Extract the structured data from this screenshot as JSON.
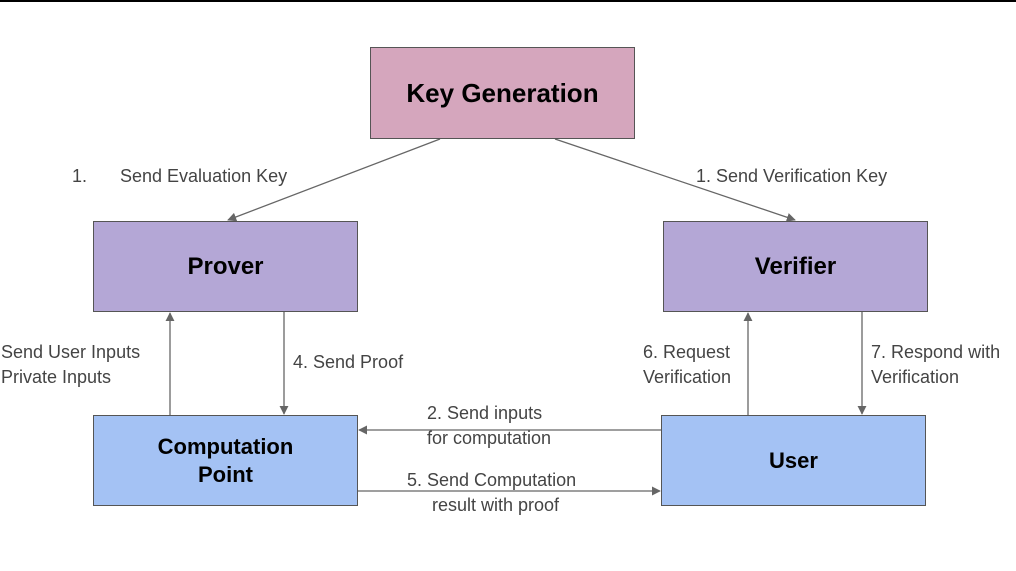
{
  "colors": {
    "key_generation": "#d5a6bd",
    "prover": "#b4a7d6",
    "verifier": "#b4a7d6",
    "computation_point": "#a4c2f4",
    "user": "#a4c2f4",
    "edge": "#666666",
    "label_text": "#444444"
  },
  "nodes": {
    "key_generation": {
      "lines": [
        "Key Generation"
      ]
    },
    "prover": {
      "lines": [
        "Prover"
      ]
    },
    "verifier": {
      "lines": [
        "Verifier"
      ]
    },
    "computation_point": {
      "lines": [
        "Computation",
        "Point"
      ]
    },
    "user": {
      "lines": [
        "User"
      ]
    }
  },
  "edges": {
    "send_evaluation_key": {
      "number": "1.",
      "lines": [
        "Send Evaluation Key"
      ]
    },
    "send_verification_key": {
      "lines": [
        "1. Send Verification Key"
      ]
    },
    "send_user_inputs": {
      "lines": [
        "Send User Inputs",
        "Private Inputs"
      ]
    },
    "send_proof": {
      "lines": [
        "4. Send Proof"
      ]
    },
    "request_verification": {
      "lines": [
        "6. Request",
        "Verification"
      ]
    },
    "respond_with_verification": {
      "lines": [
        "7. Respond with",
        "Verification"
      ]
    },
    "send_inputs_for_computation": {
      "lines": [
        "2. Send inputs",
        "for computation"
      ]
    },
    "send_computation_result": {
      "lines": [
        "5. Send Computation",
        "result with proof"
      ]
    }
  }
}
